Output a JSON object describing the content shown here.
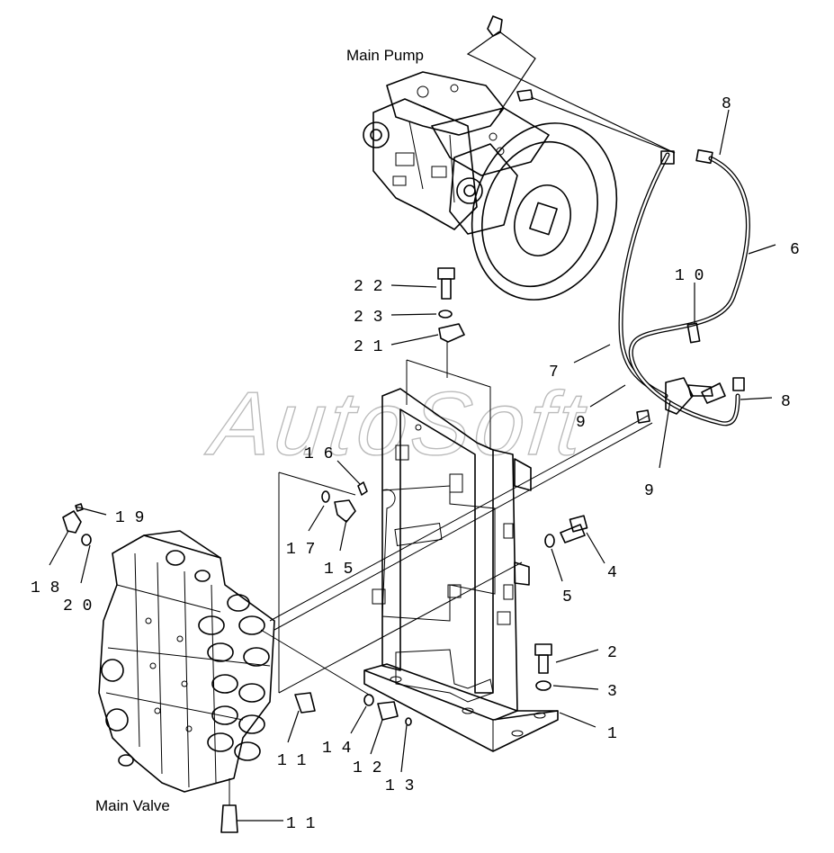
{
  "watermark": "AutoSoft",
  "components": {
    "main_pump": "Main Pump",
    "main_valve": "Main Valve"
  },
  "callouts": {
    "c1": "1",
    "c2": "2",
    "c3": "3",
    "c4": "4",
    "c5": "5",
    "c6": "6",
    "c7": "7",
    "c8a": "8",
    "c8b": "8",
    "c9a": "9",
    "c9b": "9",
    "c10": "1 0",
    "c11a": "1 1",
    "c11b": "1 1",
    "c12": "1 2",
    "c13": "1 3",
    "c14": "1 4",
    "c15": "1 5",
    "c16": "1 6",
    "c17": "1 7",
    "c18": "1 8",
    "c19": "1 9",
    "c20": "2 0",
    "c21": "2 1",
    "c22": "2 2",
    "c23": "2 3"
  }
}
